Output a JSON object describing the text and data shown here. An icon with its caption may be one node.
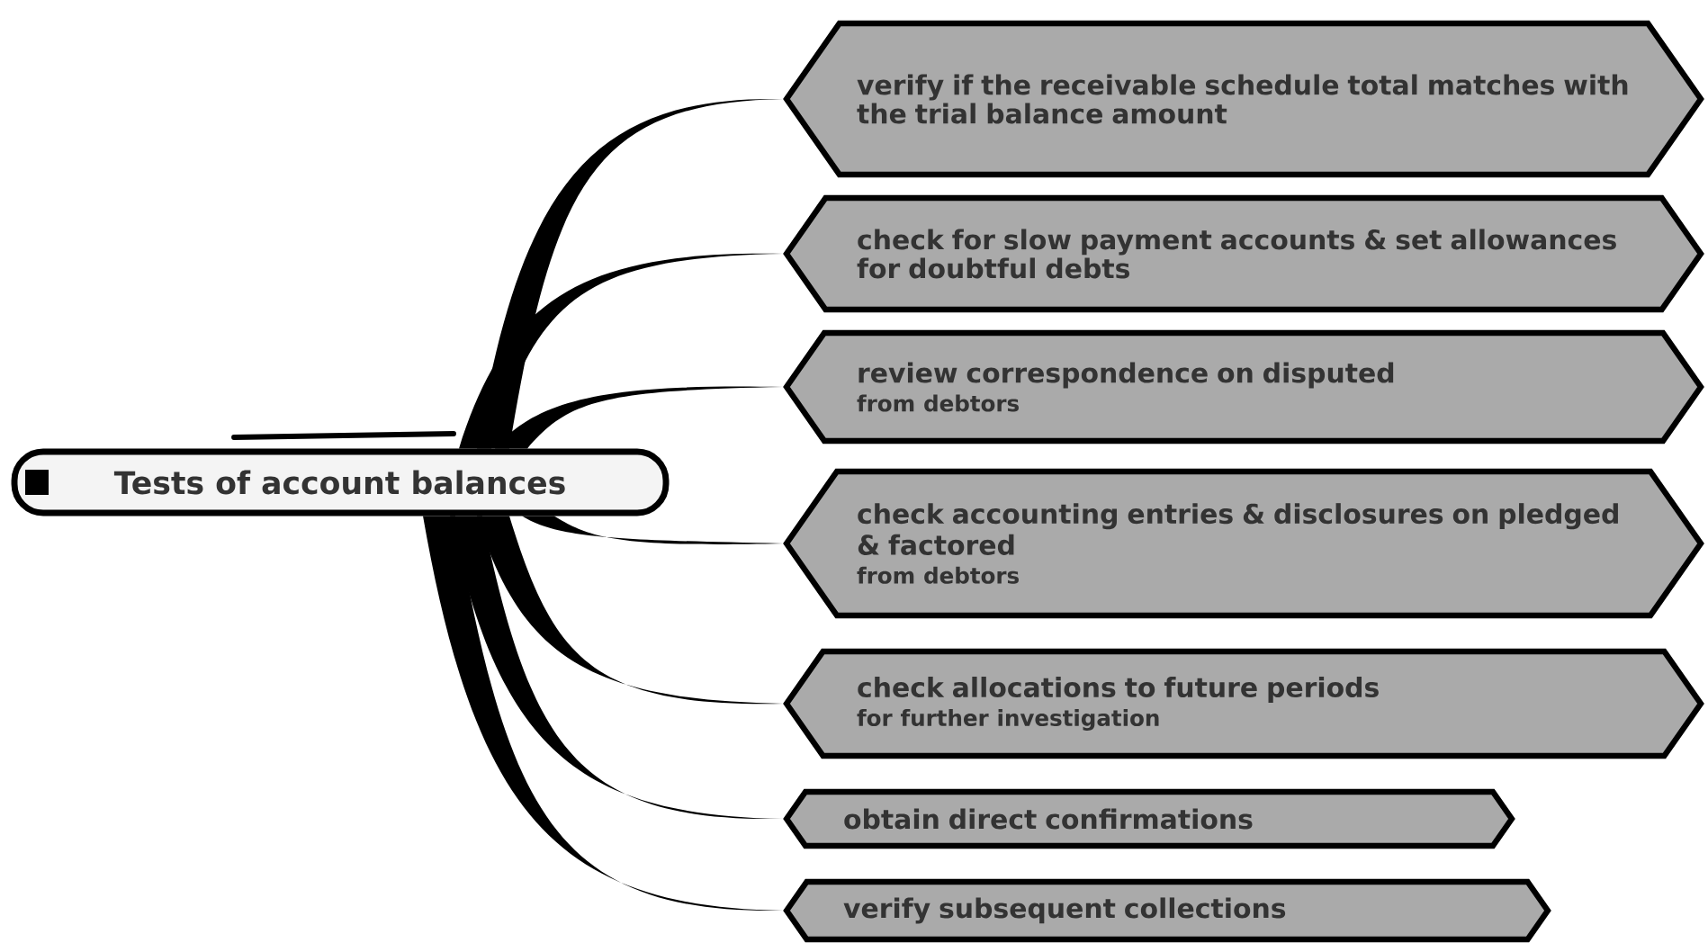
{
  "diagram": {
    "nodes": [
      {
        "text": [
          "Tests of account balances"
        ]
      },
      {
        "text": [
          "verify if the receivable schedule total matches with the trial balance amount"
        ]
      },
      {
        "text": [
          "check for slow payment accounts & set allowances for doubtful debts"
        ]
      },
      {
        "text": [
          "review correspondence on disputed",
          "from debtors"
        ]
      },
      {
        "text": [
          "check accounting entries & disclosures on pledged & factored",
          "from debtors"
        ]
      },
      {
        "text": [
          "check allocations to future periods",
          "for further investigation"
        ]
      },
      {
        "text": [
          "obtain direct confirmations"
        ]
      },
      {
        "text": [
          "verify subsequent collections"
        ]
      }
    ],
    "edges": [
      {
        "from": 0,
        "to": 1,
        "arrow": "none"
      },
      {
        "from": 0,
        "to": 2,
        "arrow": "none"
      },
      {
        "from": 0,
        "to": 3,
        "arrow": "none"
      },
      {
        "from": 0,
        "to": 4,
        "arrow": "none"
      },
      {
        "from": 0,
        "to": 5,
        "arrow": "none"
      },
      {
        "from": 0,
        "to": 6,
        "arrow": "none"
      },
      {
        "from": 0,
        "to": 7,
        "arrow": "none"
      }
    ]
  }
}
